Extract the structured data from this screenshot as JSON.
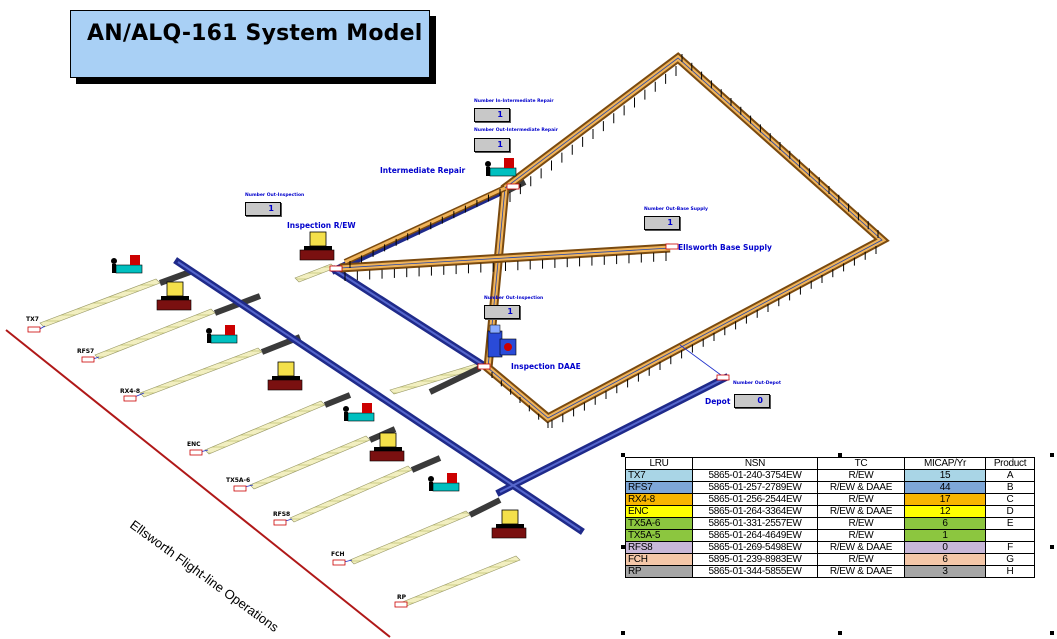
{
  "title": "AN/ALQ-161 System Model",
  "labels": {
    "intermediate_repair": "Intermediate Repair",
    "inspection_rew": "Inspection R/EW",
    "ellsworth_base_supply": "Ellsworth Base Supply",
    "inspection_daae": "Inspection DAAE",
    "depot": "Depot",
    "flightline": "Ellsworth Flight-line Operations"
  },
  "counters": [
    {
      "label": "Number In-Intermediate Repair",
      "value": "1"
    },
    {
      "label": "Number Out-Intermediate Repair",
      "value": "1"
    },
    {
      "label": "Number Out-Inspection",
      "value": "1"
    },
    {
      "label": "Number Out-Base Supply",
      "value": "1"
    },
    {
      "label": "Number Out-Inspection",
      "value": "1"
    },
    {
      "label": "Number Out-Depot",
      "value": "0"
    }
  ],
  "route_labels": [
    "TX7",
    "RFS7",
    "RX4-8",
    "ENC",
    "TX5A-6",
    "RFS8",
    "FCH",
    "RP"
  ],
  "table": {
    "headers": [
      "LRU",
      "NSN",
      "TC",
      "MICAP/Yr",
      "Product"
    ],
    "rows": [
      {
        "lru": "TX7",
        "nsn": "5865-01-240-3754EW",
        "tc": "R/EW",
        "micap": "15",
        "product": "A",
        "color": "#a9d5e6"
      },
      {
        "lru": "RFS7",
        "nsn": "5865-01-257-2789EW",
        "tc": "R/EW & DAAE",
        "micap": "44",
        "product": "B",
        "color": "#7ea7d8"
      },
      {
        "lru": "RX4-8",
        "nsn": "5865-01-256-2544EW",
        "tc": "R/EW",
        "micap": "17",
        "product": "C",
        "color": "#f7b500"
      },
      {
        "lru": "ENC",
        "nsn": "5865-01-264-3364EW",
        "tc": "R/EW & DAAE",
        "micap": "12",
        "product": "D",
        "color": "#ffff00"
      },
      {
        "lru": "TX5A-6",
        "nsn": "5865-01-331-2557EW",
        "tc": "R/EW",
        "micap": "6",
        "product": "E",
        "color": "#8cc63f"
      },
      {
        "lru": "TX5A-5",
        "nsn": "5865-01-264-4649EW",
        "tc": "R/EW",
        "micap": "1",
        "product": "",
        "color": "#8cc63f"
      },
      {
        "lru": "RFS8",
        "nsn": "5865-01-269-5498EW",
        "tc": "R/EW & DAAE",
        "micap": "0",
        "product": "F",
        "color": "#c8b8d8"
      },
      {
        "lru": "FCH",
        "nsn": "5895-01-239-8983EW",
        "tc": "R/EW",
        "micap": "6",
        "product": "G",
        "color": "#f4c7a8"
      },
      {
        "lru": "RP",
        "nsn": "5865-01-344-5855EW",
        "tc": "R/EW & DAAE",
        "micap": "3",
        "product": "H",
        "color": "#a6a6a6"
      }
    ]
  }
}
